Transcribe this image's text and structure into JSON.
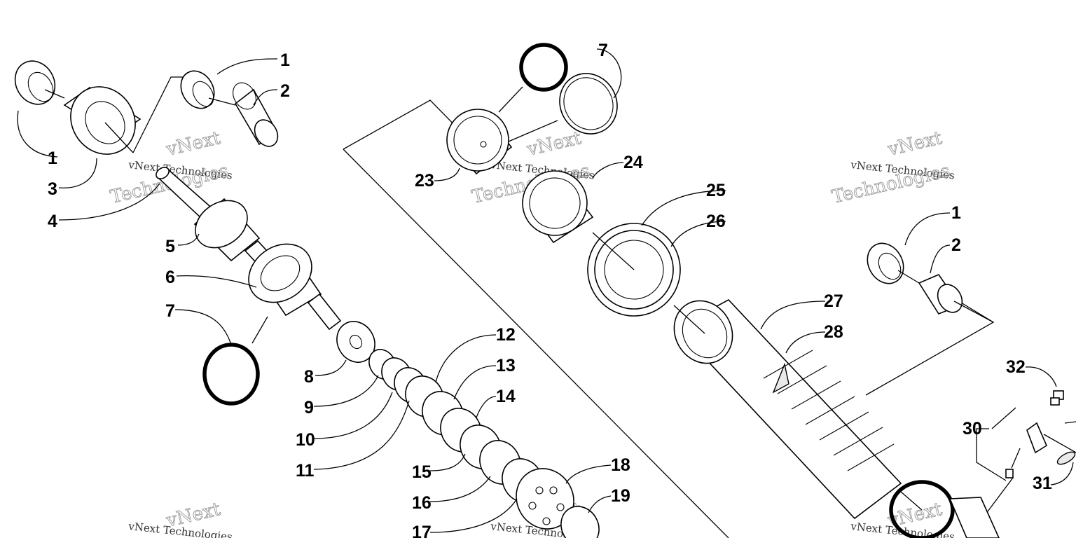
{
  "watermark": {
    "line_big": "Technologies",
    "line_small": "vNext Technologies",
    "line_arc": "vNext"
  },
  "callouts": [
    {
      "id": "c1a",
      "text": "1"
    },
    {
      "id": "c2a",
      "text": "2"
    },
    {
      "id": "c1b",
      "text": "1"
    },
    {
      "id": "c3",
      "text": "3"
    },
    {
      "id": "c4",
      "text": "4"
    },
    {
      "id": "c5",
      "text": "5"
    },
    {
      "id": "c6",
      "text": "6"
    },
    {
      "id": "c7a",
      "text": "7"
    },
    {
      "id": "c8",
      "text": "8"
    },
    {
      "id": "c9",
      "text": "9"
    },
    {
      "id": "c10",
      "text": "10"
    },
    {
      "id": "c11",
      "text": "11"
    },
    {
      "id": "c12",
      "text": "12"
    },
    {
      "id": "c13",
      "text": "13"
    },
    {
      "id": "c14",
      "text": "14"
    },
    {
      "id": "c15",
      "text": "15"
    },
    {
      "id": "c16",
      "text": "16"
    },
    {
      "id": "c17",
      "text": "17"
    },
    {
      "id": "c18",
      "text": "18"
    },
    {
      "id": "c19",
      "text": "19"
    },
    {
      "id": "c7b",
      "text": "7"
    },
    {
      "id": "c23",
      "text": "23"
    },
    {
      "id": "c24",
      "text": "24"
    },
    {
      "id": "c25",
      "text": "25"
    },
    {
      "id": "c26",
      "text": "26"
    },
    {
      "id": "c27",
      "text": "27"
    },
    {
      "id": "c28",
      "text": "28"
    },
    {
      "id": "c1c",
      "text": "1"
    },
    {
      "id": "c2b",
      "text": "2"
    },
    {
      "id": "c32",
      "text": "32"
    },
    {
      "id": "c30",
      "text": "30"
    },
    {
      "id": "c31",
      "text": "31"
    }
  ]
}
